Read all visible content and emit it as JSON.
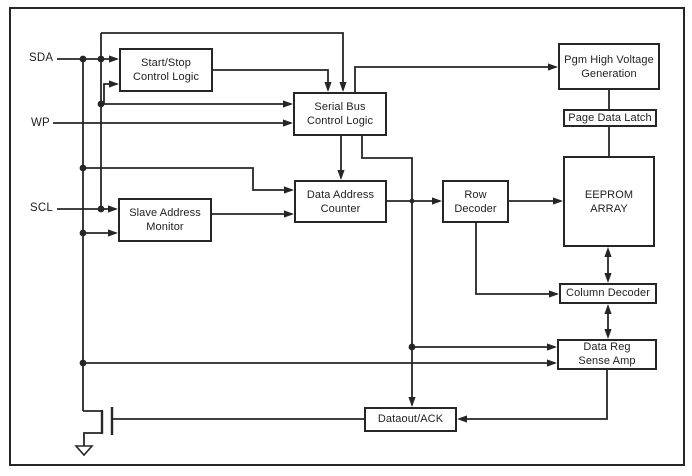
{
  "diagram": {
    "type": "block-diagram",
    "subject": "Serial EEPROM functional block diagram",
    "pins": {
      "sda": "SDA",
      "wp": "WP",
      "scl": "SCL"
    },
    "blocks": {
      "start_stop": {
        "line1": "Start/Stop",
        "line2": "Control Logic"
      },
      "serial_bus": {
        "line1": "Serial Bus",
        "line2": "Control Logic"
      },
      "data_address_counter": {
        "line1": "Data Address",
        "line2": "Counter"
      },
      "slave_address_monitor": {
        "line1": "Slave Address",
        "line2": "Monitor"
      },
      "row_decoder": {
        "line1": "Row",
        "line2": "Decoder"
      },
      "pgm_high_voltage": {
        "line1": "Pgm High Voltage",
        "line2": "Generation"
      },
      "page_data_latch": {
        "label": "Page Data Latch"
      },
      "eeprom_array": {
        "line1": "EEPROM",
        "line2": "ARRAY"
      },
      "column_decoder": {
        "label": "Column Decoder"
      },
      "data_reg_sense_amp": {
        "line1": "Data Reg",
        "line2": "Sense Amp"
      },
      "dataout_ack": {
        "label": "Dataout/ACK"
      }
    },
    "symbols": {
      "transistor": "nmos open-drain output transistor",
      "ground": "ground"
    },
    "colors": {
      "line": "#262626",
      "text": "#1f1f1f",
      "background": "#ffffff"
    }
  }
}
